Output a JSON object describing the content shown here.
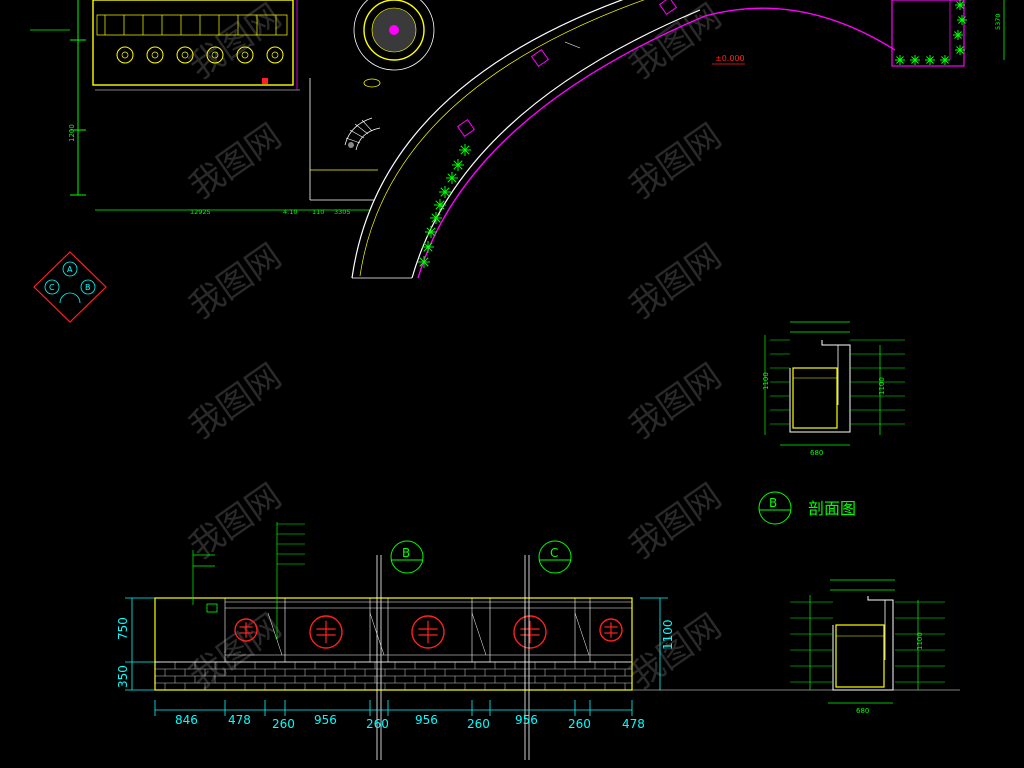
{
  "colors": {
    "background": "#000000",
    "yellow": "#ffff00",
    "green": "#00ff00",
    "cyan": "#00ffff",
    "red": "#ff2020",
    "magenta": "#ff00ff",
    "white": "#ffffff",
    "watermark": "#2a2a2a"
  },
  "plan": {
    "elevation_mark": "±0.000",
    "dimension_bottom": [
      "12925",
      "4.10",
      "110",
      "3305"
    ],
    "dimension_left": [
      "1200"
    ],
    "dimension_right": [
      "5370"
    ]
  },
  "compass": {
    "labels": [
      "A",
      "B",
      "C"
    ]
  },
  "section_b": {
    "callout_letter": "B",
    "title": "剖面图",
    "width_dim": "680",
    "height_dim_left": "1100",
    "height_dim_right": "1100"
  },
  "section_c": {
    "width_dim": "680",
    "height_dim": "1100"
  },
  "elevation": {
    "callouts": [
      "B",
      "C"
    ],
    "height_dims": [
      "750",
      "350"
    ],
    "total_height": "1100",
    "bottom_dims": [
      "846",
      "478",
      "260",
      "956",
      "260",
      "956",
      "260",
      "956",
      "260",
      "478"
    ]
  },
  "watermark_text": "我图网"
}
